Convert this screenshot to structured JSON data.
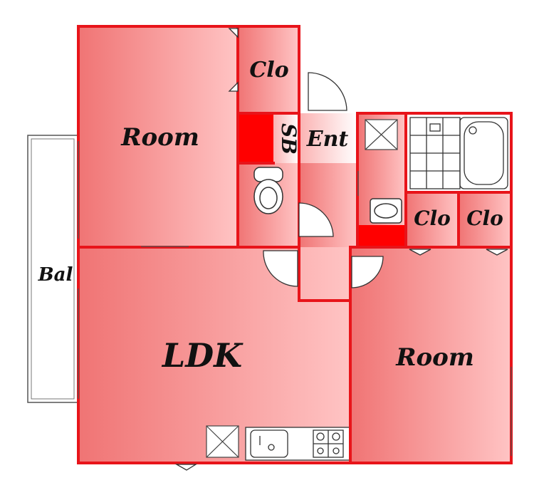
{
  "rooms": {
    "room_nw": "Room",
    "clo_top": "Clo",
    "sb": "SB",
    "ent": "Ent",
    "bal": "Bal",
    "ldk": "LDK",
    "room_se": "Room",
    "clo_1": "Clo",
    "clo_2": "Clo"
  },
  "colors": {
    "wall": "#e8141a",
    "fill_dark": "#f06a6a",
    "fill_light": "#ffc8c8",
    "solid": "#ff0000",
    "fixture": "#333333"
  }
}
